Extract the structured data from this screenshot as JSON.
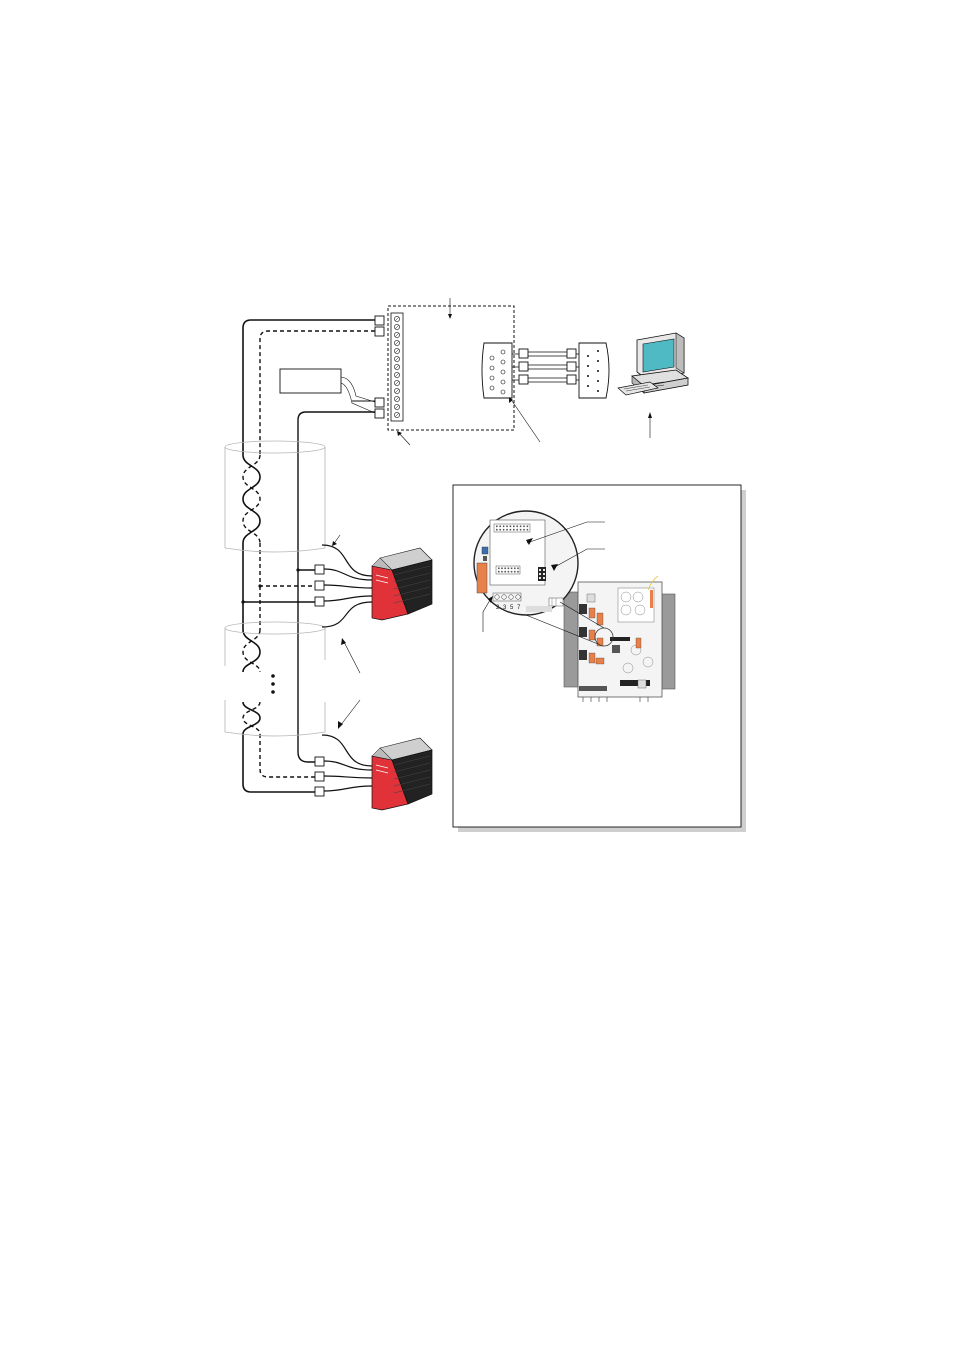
{
  "diagram": {
    "colors": {
      "line": "#111111",
      "inverter_body": "#e03238",
      "inverter_dark": "#a41f26",
      "inverter_top": "#cfcfcf",
      "board": "#f4f4f4",
      "board_border": "#555555",
      "heatsink": "#9a9a9a",
      "connector_orange": "#e8804a",
      "connector_blue": "#3a6fb0",
      "monitor_screen": "#4fb9c4",
      "cable_outline": "#b8b8b8"
    },
    "icons": [
      "computer-icon",
      "inverter-icon",
      "circuit-board-icon",
      "db9-connector-icon"
    ],
    "pin_digits": [
      "2",
      "3",
      "5",
      "7"
    ]
  }
}
